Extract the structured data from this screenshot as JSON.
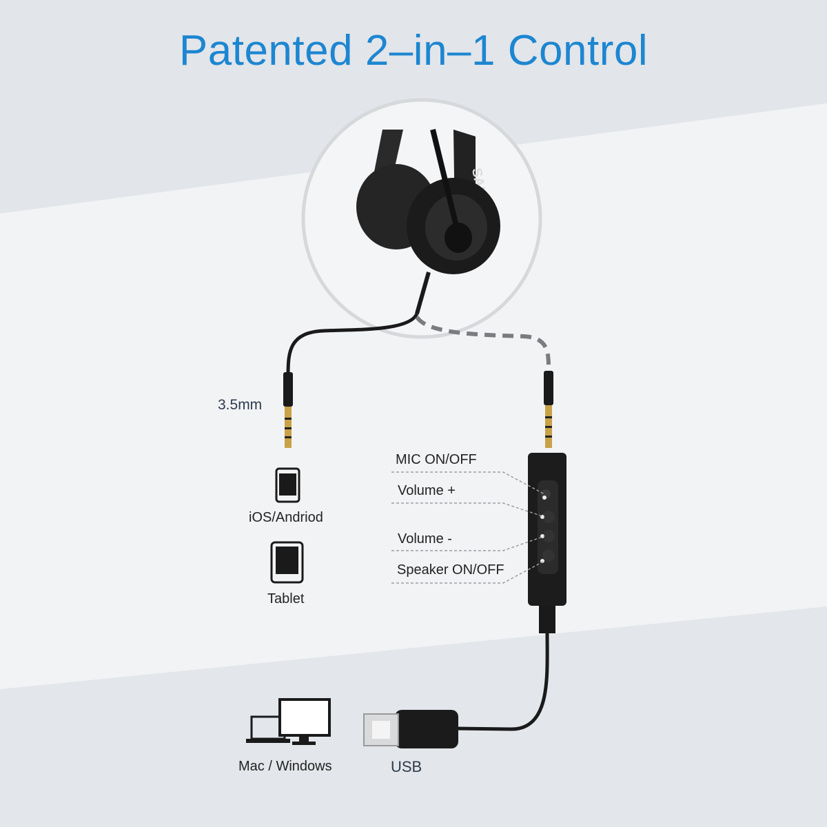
{
  "title": "Patented 2–in–1 Control",
  "labels": {
    "jack": "3.5mm",
    "ios_android": "iOS/Andriod",
    "tablet": "Tablet",
    "mac_windows": "Mac / Windows",
    "usb": "USB"
  },
  "controls": {
    "mic": "MIC ON/OFF",
    "volume_up": "Volume +",
    "volume_down": "Volume -",
    "speaker": "Speaker ON/OFF"
  },
  "brand": "SALAR",
  "colors": {
    "title": "#1d86d1",
    "background": "#ebedf0",
    "device": "#1a1a1a"
  },
  "icons": [
    "phone-icon",
    "tablet-icon",
    "laptop-icon",
    "monitor-icon"
  ]
}
